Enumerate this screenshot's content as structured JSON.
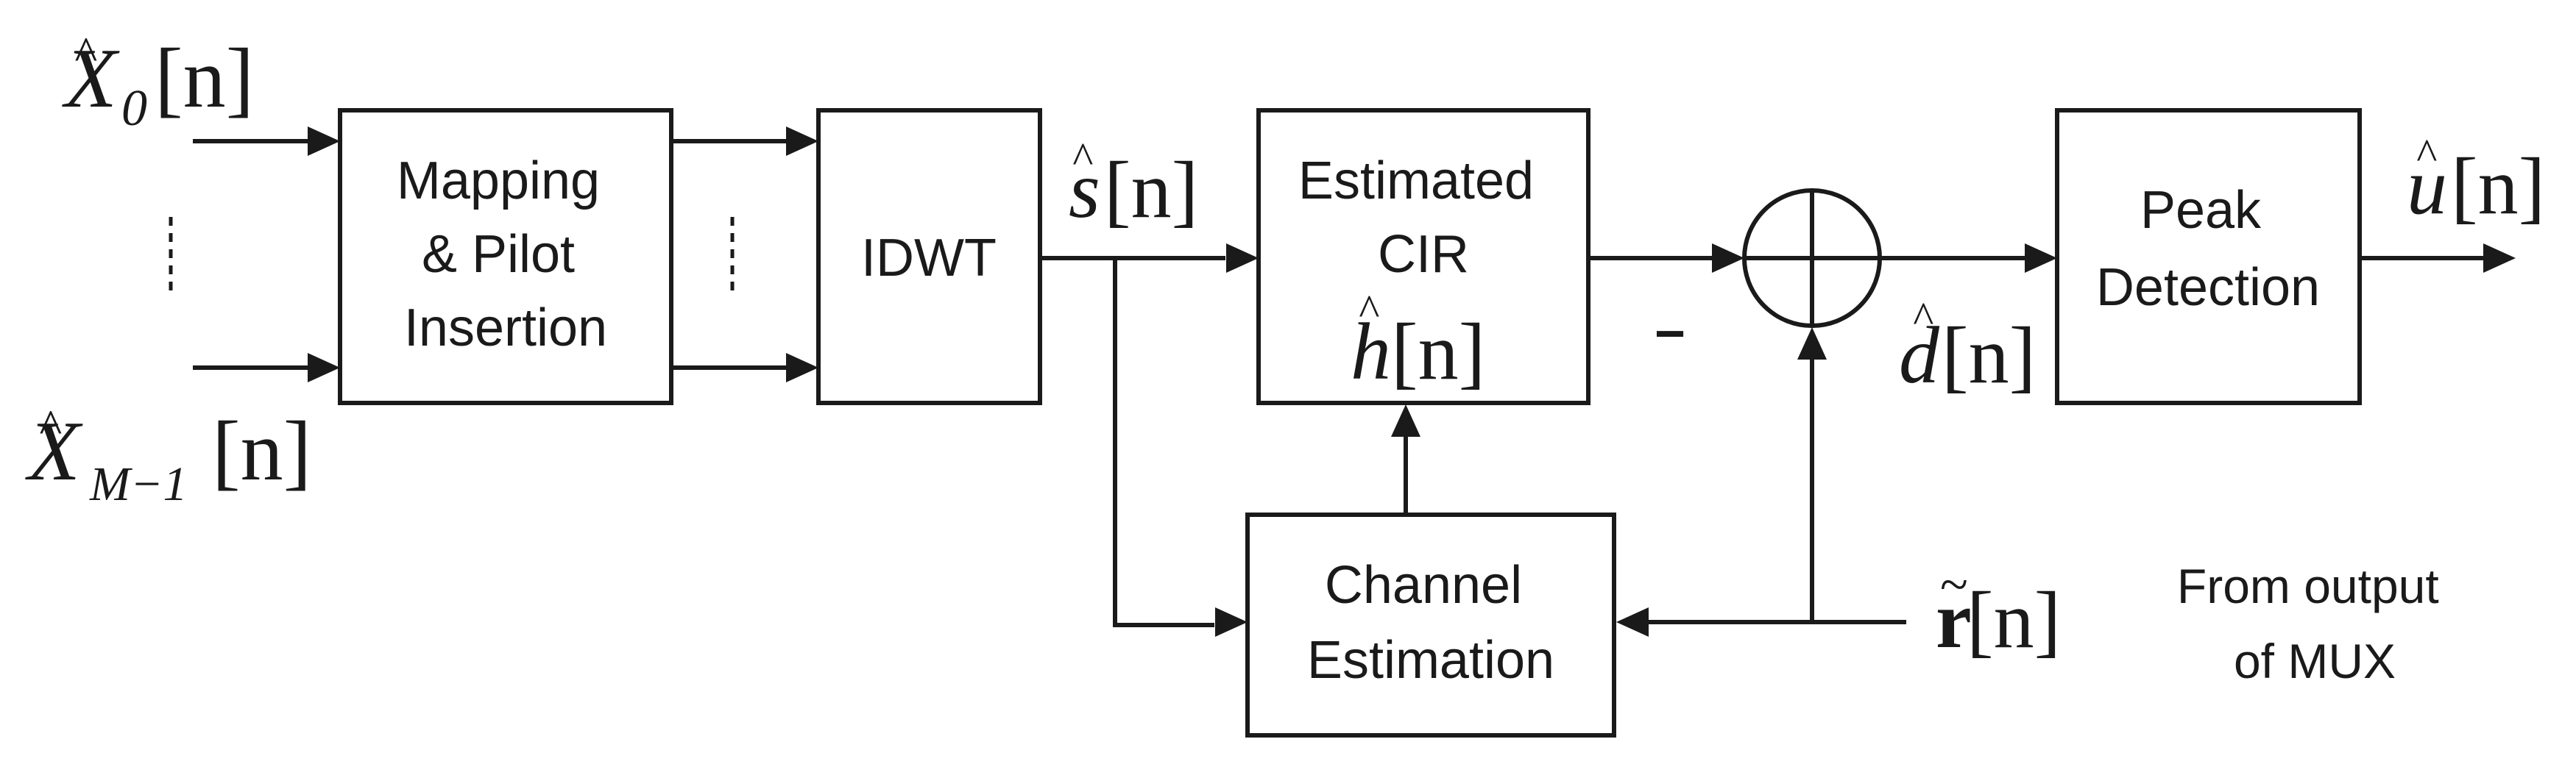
{
  "blocks": {
    "mapping": [
      "Mapping",
      "& Pilot",
      "Insertion"
    ],
    "idwt": "IDWT",
    "cir": [
      "Estimated",
      "CIR"
    ],
    "channel_estimation": [
      "Channel",
      "Estimation"
    ],
    "peak_detection": [
      "Peak",
      "Detection"
    ]
  },
  "signals": {
    "x0": {
      "base": "X",
      "sub": "0",
      "arg": "[n]"
    },
    "xm1": {
      "base": "X",
      "sub": "M−1",
      "arg": "[n]"
    },
    "s": {
      "base": "s",
      "arg": "[n]"
    },
    "h": {
      "base": "h",
      "arg": "[n]"
    },
    "d": {
      "base": "d",
      "arg": "[n]"
    },
    "u": {
      "base": "u",
      "arg": "[n]"
    },
    "r": {
      "base": "r",
      "arg": "[n]"
    }
  },
  "hat_mark": "^",
  "tilde_mark": "~",
  "minus_sign": "−",
  "source_note": [
    "From output",
    "of MUX"
  ]
}
